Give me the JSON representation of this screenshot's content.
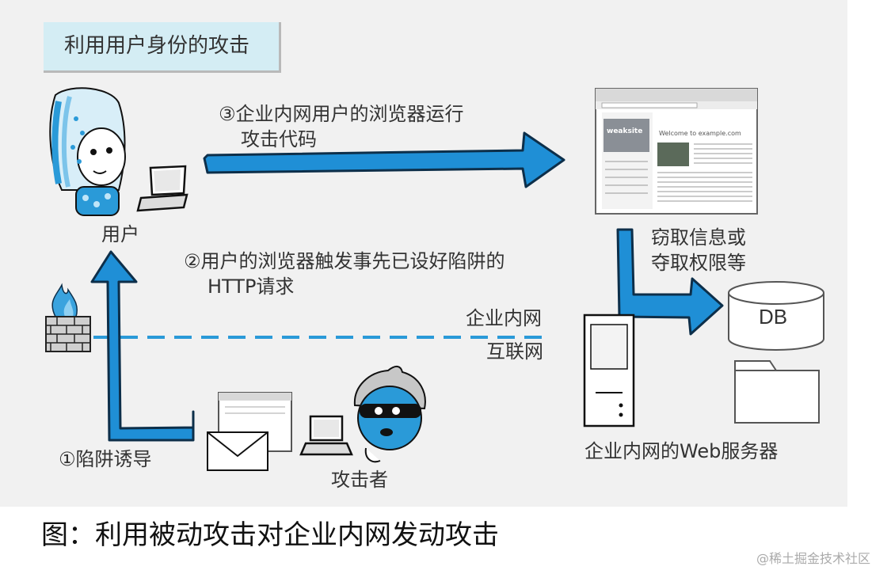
{
  "title": "利用用户身份的攻击",
  "step3": [
    "③企业内网用户的浏览器运行",
    "攻击代码"
  ],
  "step2": [
    "②用户的浏览器触发事先已设好陷阱的",
    "HTTP请求"
  ],
  "step1": "①陷阱诱导",
  "steal": [
    "窃取信息或",
    "夺取权限等"
  ],
  "user_label": "用户",
  "attacker_label": "攻击者",
  "intranet_label": "企业内网",
  "internet_label": "互联网",
  "db_label": "DB",
  "server_label": "企业内网的Web服务器",
  "caption": "图：利用被动攻击对企业内网发动攻击",
  "watermark": "@稀土掘金技术社区",
  "browser": {
    "brand": "weaksite",
    "welcome": "Welcome to example.com"
  },
  "colors": {
    "arrow": "#1f8fd6",
    "arrow_outline": "#0d2f4a",
    "title_bg": "#d4edf4",
    "dashed_line": "#2a9ad8"
  }
}
